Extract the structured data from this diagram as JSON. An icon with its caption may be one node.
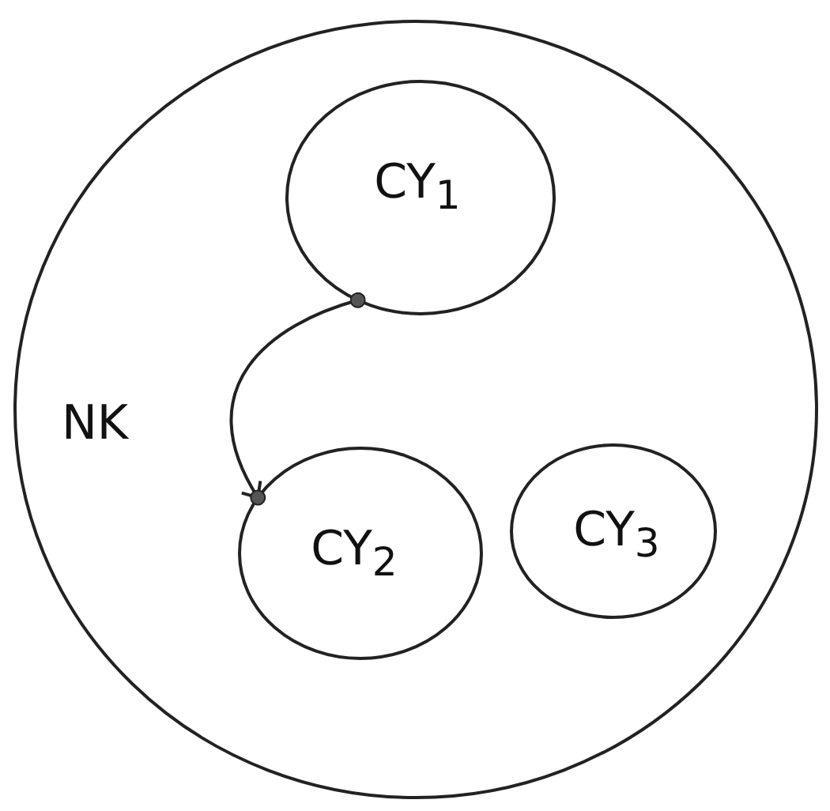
{
  "diagram": {
    "nodes": [
      {
        "text": [
          "NK"
        ]
      },
      {
        "text": [
          "CY$_{1}$"
        ],
        "in": 0
      },
      {
        "text": [
          "CY$_{2}$"
        ],
        "in": 0
      },
      {
        "text": [
          "CY$_{3}$"
        ],
        "in": 0
      }
    ],
    "edges": [
      {
        "from": 1,
        "to": 2,
        "arrow": "to"
      }
    ]
  }
}
